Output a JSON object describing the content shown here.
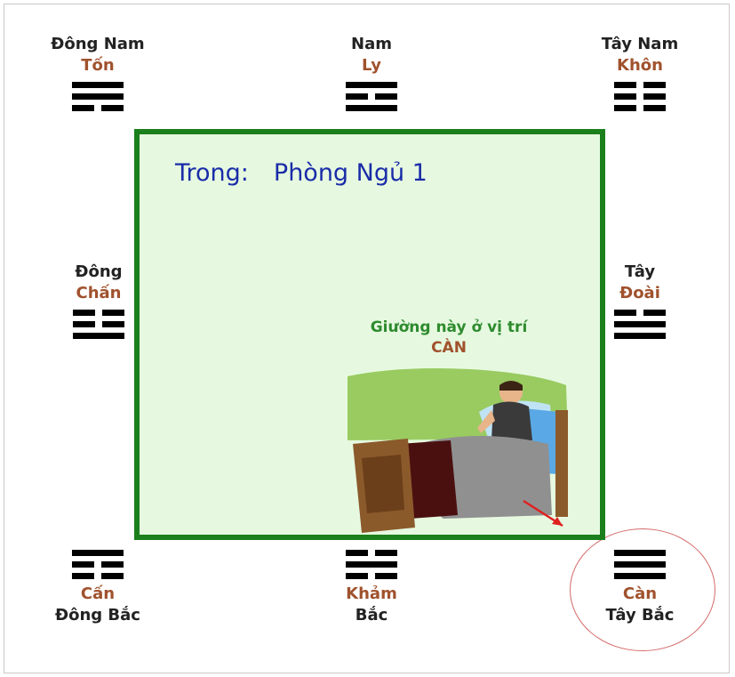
{
  "room": {
    "label": "Trong:",
    "name": "Phòng Ngủ 1"
  },
  "bed": {
    "position_text": "Giường này ở vị trí",
    "gua": "CÀN"
  },
  "directions": {
    "southeast": {
      "name": "Đông Nam",
      "trigram": "Tốn",
      "lines": "yang,yang,yin"
    },
    "south": {
      "name": "Nam",
      "trigram": "Ly",
      "lines": "yang,yin,yang"
    },
    "southwest": {
      "name": "Tây Nam",
      "trigram": "Khôn",
      "lines": "yin,yin,yin"
    },
    "east": {
      "name": "Đông",
      "trigram": "Chấn",
      "lines": "yin,yin,yang"
    },
    "west": {
      "name": "Tây",
      "trigram": "Đoài",
      "lines": "yin,yang,yang"
    },
    "northeast": {
      "name": "Đông Bắc",
      "trigram": "Cấn",
      "lines": "yang,yin,yin"
    },
    "north": {
      "name": "Bắc",
      "trigram": "Khảm",
      "lines": "yin,yang,yin"
    },
    "northwest": {
      "name": "Tây Bắc",
      "trigram": "Càn",
      "lines": "yang,yang,yang"
    }
  },
  "colors": {
    "wall": "#1b7f1b",
    "floor": "#e6f9e0",
    "room_text": "#1a2ca8",
    "trigram_name": "#a0522d",
    "highlight": "#d46a6a",
    "arrow": "#e02020"
  }
}
